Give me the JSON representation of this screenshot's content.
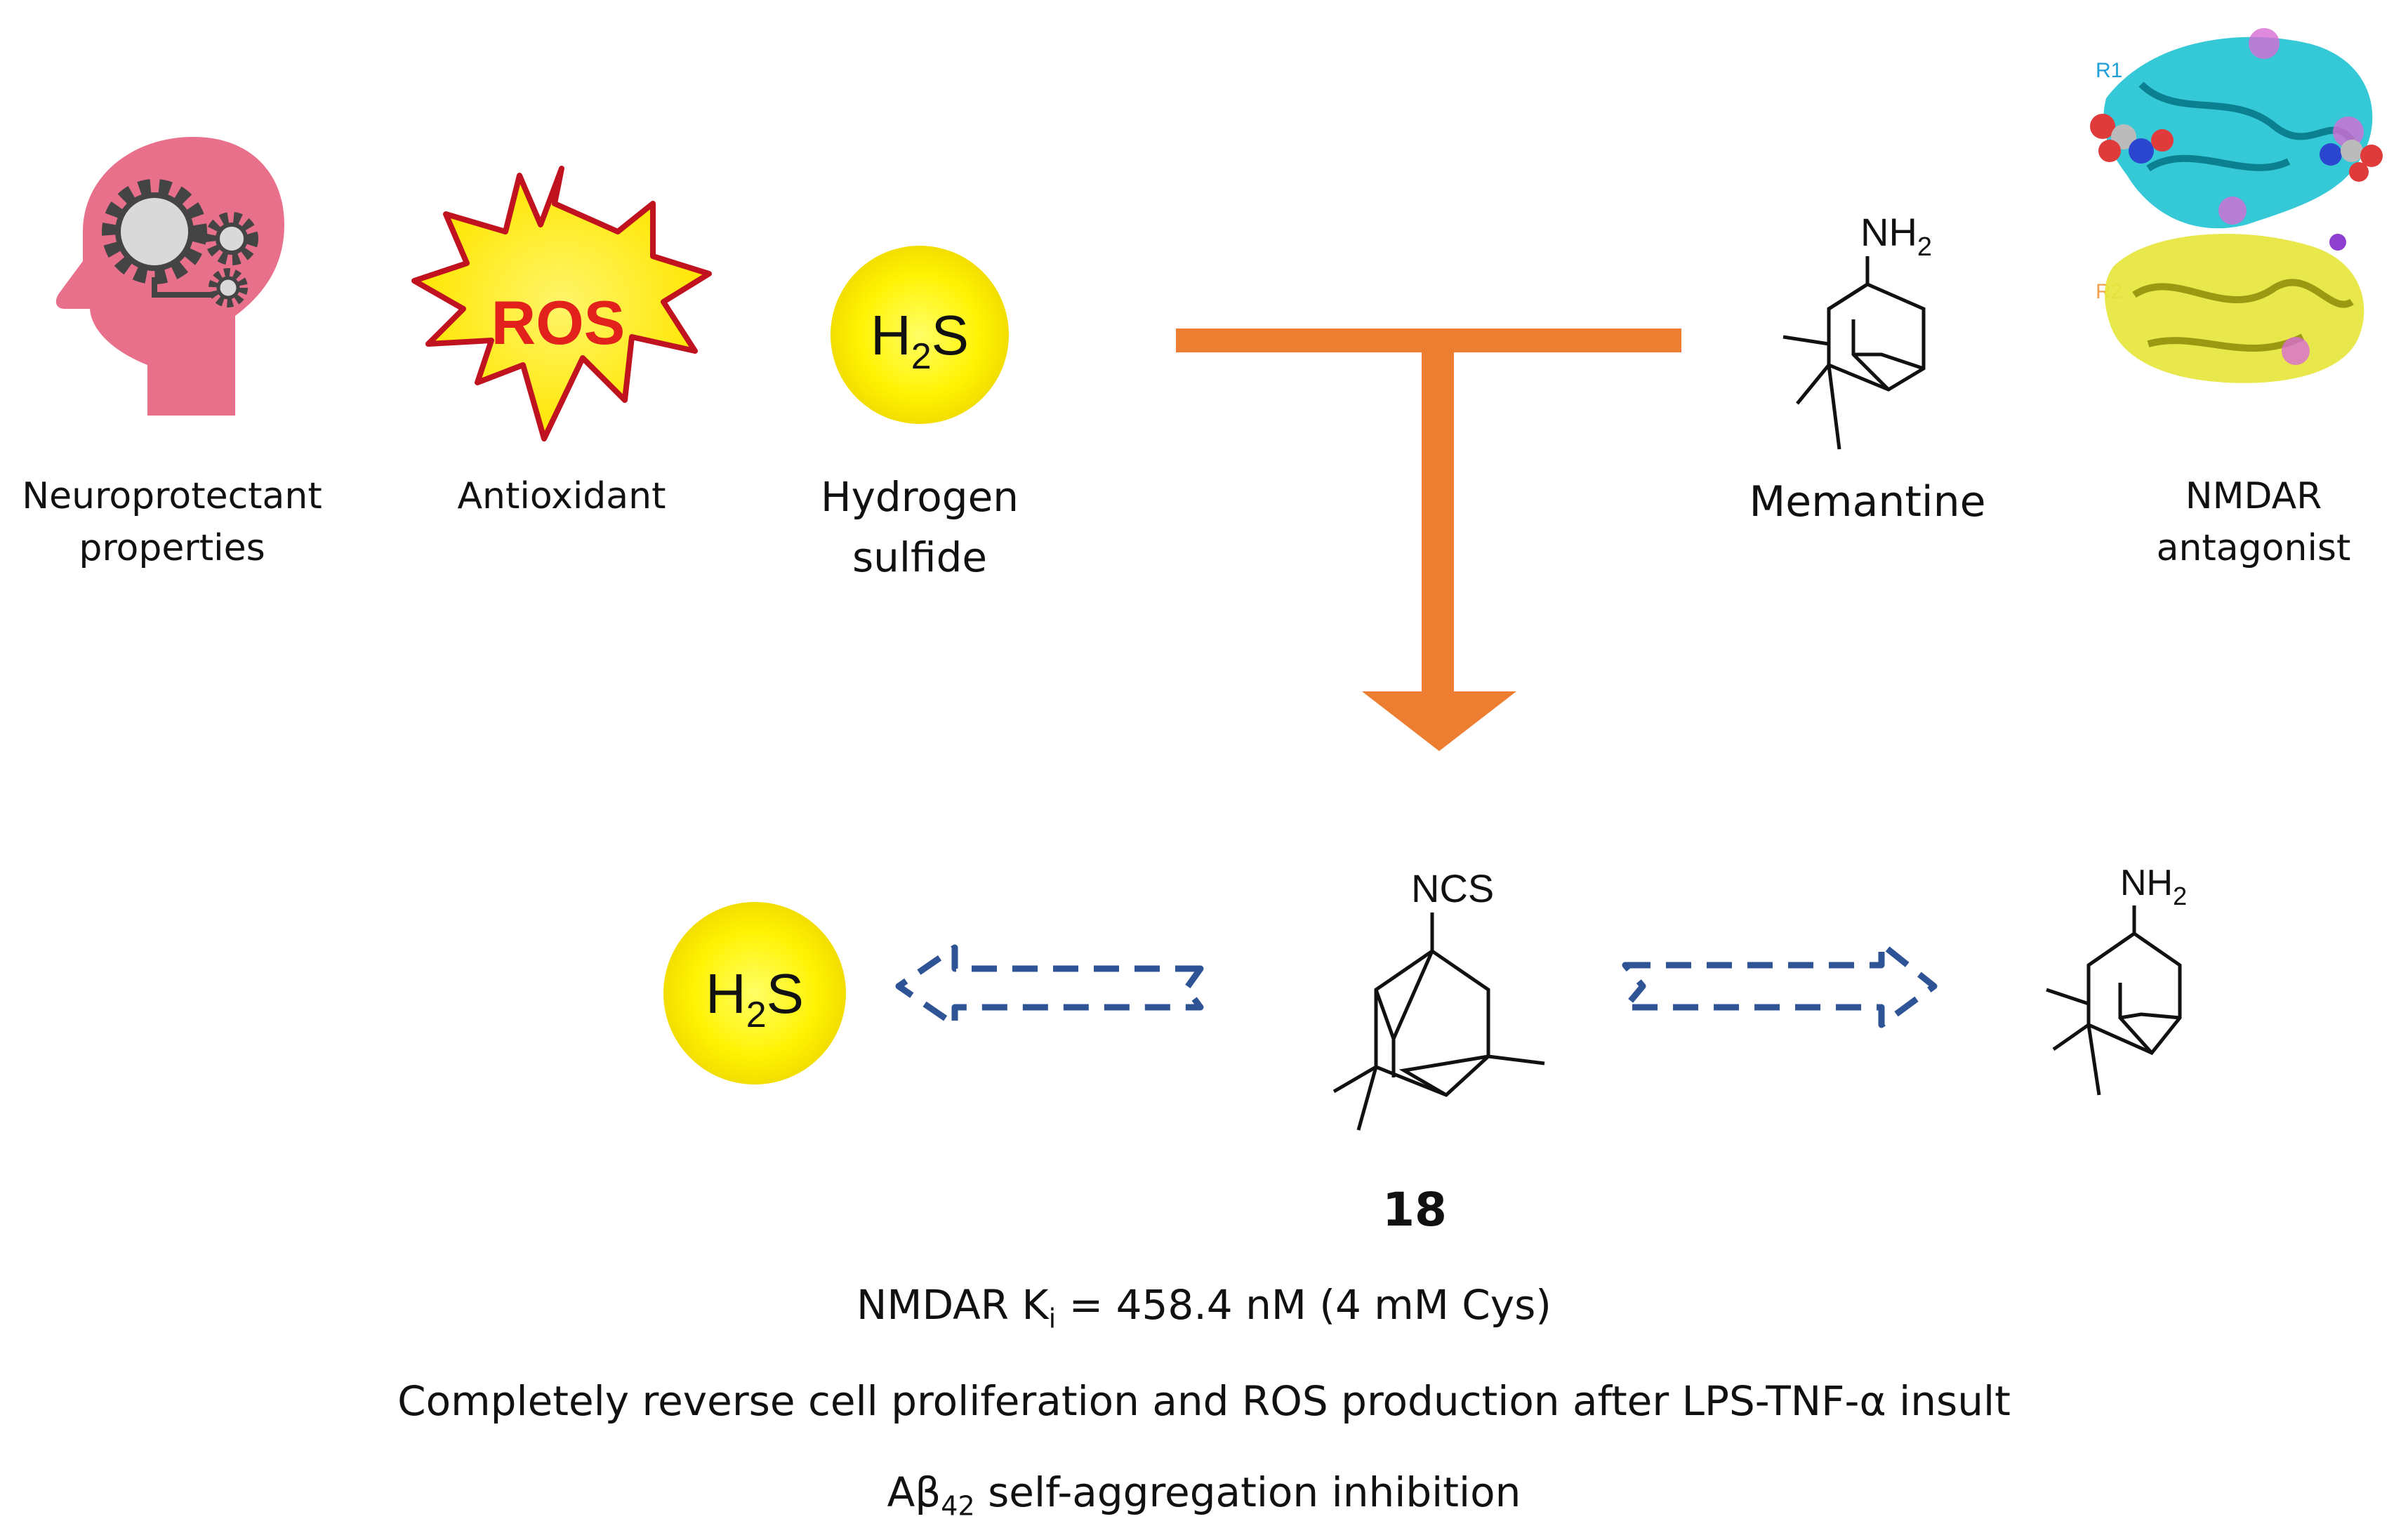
{
  "top_labels": {
    "neuroprotectant": [
      "Neuroprotectant",
      "properties"
    ],
    "antioxidant": "Antioxidant",
    "hydrogen_sulfide": [
      "Hydrogen",
      "sulfide"
    ],
    "memantine": "Memantine",
    "nmdar": [
      "NMDAR",
      "antagonist"
    ]
  },
  "badges": {
    "ros": "ROS",
    "h2s_main": "H",
    "h2s_sub": "2",
    "h2s_end": "S"
  },
  "protein_labels": {
    "r1": "R1",
    "r2": "R2"
  },
  "chem": {
    "nh2_main": "NH",
    "nh2_sub": "2",
    "ncs": "NCS"
  },
  "compound": {
    "number": "18",
    "ki_prefix": "NMDAR K",
    "ki_sub": "i",
    "ki_value": " = 458.4 nM (4 mM Cys)",
    "line2": "Completely reverse cell proliferation and ROS production after LPS-TNF-α insult",
    "abeta_prefix": "Aβ",
    "abeta_sub": "42",
    "abeta_suffix": " self-aggregation inhibition"
  },
  "colors": {
    "orange_arrow": "#ED7D31",
    "dashed_arrow": "#2F5496",
    "h2s_yellow": "#FFF200",
    "head_pink": "#E8708A",
    "ros_red": "#E2201C",
    "ros_yellow": "#FFF200",
    "protein_cyan": "#1FC3D3",
    "protein_yellow": "#E6E63A"
  }
}
